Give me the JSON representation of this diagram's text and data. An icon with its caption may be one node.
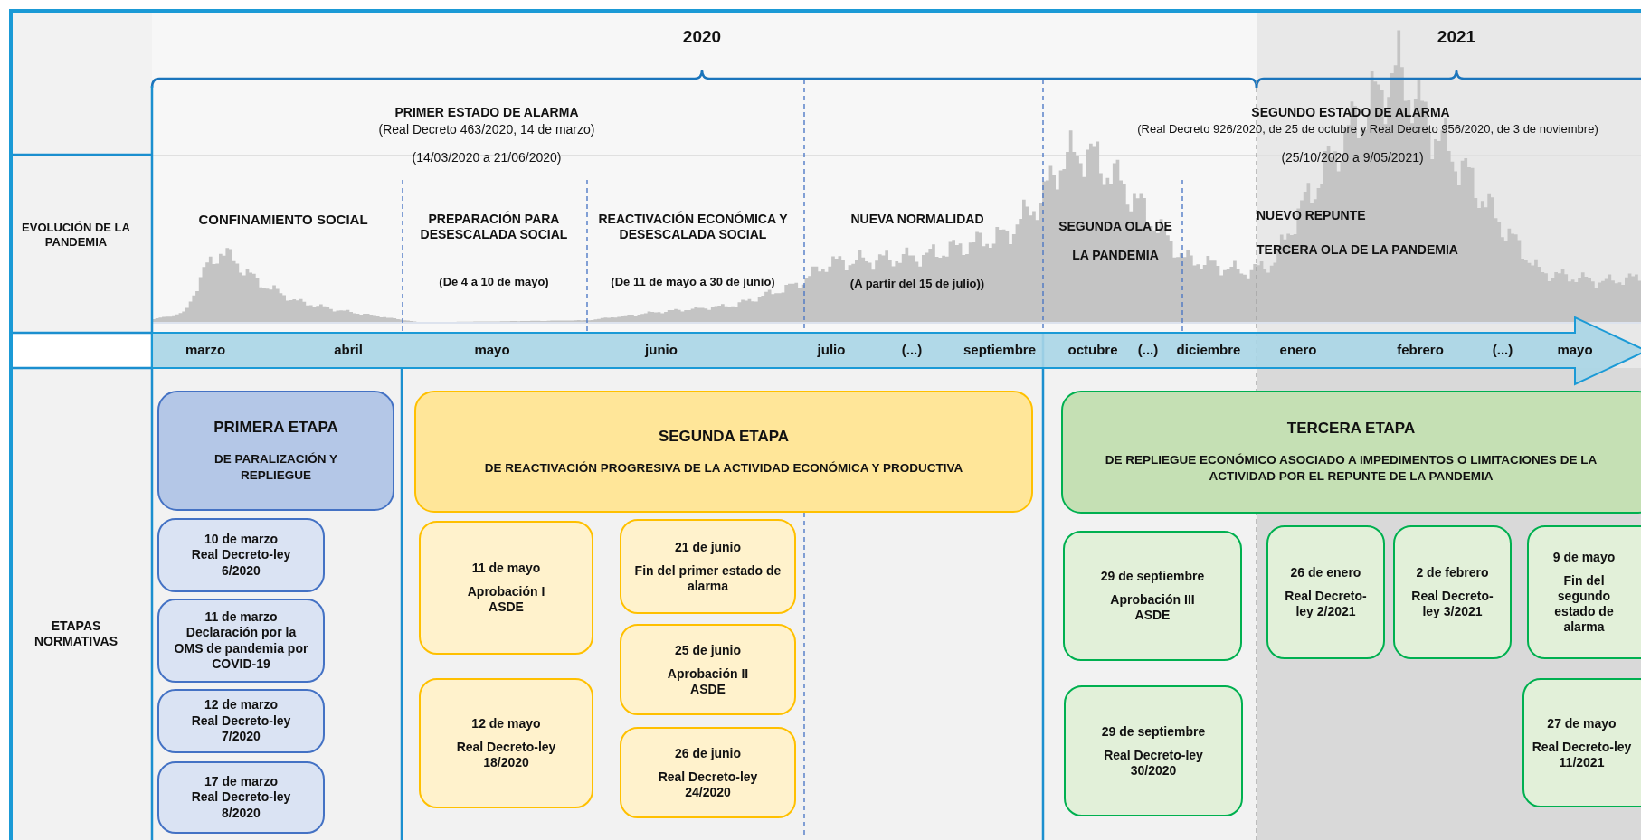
{
  "diagram": {
    "nodes": [
      {
        "text": [
          "marzo",
          "abril",
          "mayo",
          "junio",
          "julio",
          "(...)",
          "septiembre",
          "octubre",
          "(...)",
          "diciembre",
          "enero",
          "febrero",
          "(...)",
          "mayo"
        ]
      },
      {
        "text": [
          "PRIMERA ETAPA",
          "DE PARALIZACIÓN Y REPLIEGUE"
        ]
      },
      {
        "text": [
          "10 de marzo",
          "Real Decreto-ley 6/2020"
        ]
      },
      {
        "text": [
          "11 de marzo",
          "Declaración por la OMS de pandemia por COVID-19"
        ]
      },
      {
        "text": [
          "12 de marzo",
          "Real Decreto-ley 7/2020"
        ]
      },
      {
        "text": [
          "17 de marzo",
          "Real Decreto-ley 8/2020"
        ]
      },
      {
        "text": [
          "SEGUNDA ETAPA",
          "DE REACTIVACIÓN PROGRESIVA DE LA ACTIVIDAD ECONÓMICA Y PRODUCTIVA"
        ]
      },
      {
        "text": [
          "11 de mayo",
          "Aprobación I ASDE"
        ]
      },
      {
        "text": [
          "12 de mayo",
          "Real Decreto-ley 18/2020"
        ]
      },
      {
        "text": [
          "21 de junio",
          "Fin del primer estado de alarma"
        ]
      },
      {
        "text": [
          "25 de junio",
          "Aprobación II ASDE"
        ]
      },
      {
        "text": [
          "26 de junio",
          "Real Decreto-ley 24/2020"
        ]
      },
      {
        "text": [
          "TERCERA ETAPA",
          "DE REPLIEGUE ECONÓMICO ASOCIADO A IMPEDIMENTOS O LIMITACIONES DE LA ACTIVIDAD POR EL REPUNTE DE LA PANDEMIA"
        ]
      },
      {
        "text": [
          "29 de septiembre",
          "Aprobación III ASDE"
        ]
      },
      {
        "text": [
          "29 de septiembre",
          "Real Decreto-ley 30/2020"
        ]
      },
      {
        "text": [
          "26 de enero",
          "Real Decreto-ley 2/2021"
        ]
      },
      {
        "text": [
          "2 de febrero",
          "Real Decreto-ley 3/2021"
        ]
      },
      {
        "text": [
          "9 de mayo",
          "Fin del segundo estado de alarma"
        ]
      },
      {
        "text": [
          "27 de mayo",
          "Real Decreto-ley 11/2021"
        ]
      }
    ],
    "labels": [
      "2020",
      "2021",
      "PRIMER ESTADO DE ALARMA",
      "(Real Decreto 463/2020, 14 de marzo)",
      "(14/03/2020 a 21/06/2020)",
      "SEGUNDO ESTADO DE ALARMA",
      "(Real Decreto 926/2020, de 25 de octubre y Real Decreto 956/2020, de 3 de noviembre)",
      "(25/10/2020 a 9/05/2021)",
      "EVOLUCIÓN DE LA PANDEMIA",
      "CONFINAMIENTO SOCIAL",
      "PREPARACIÓN PARA DESESCALADA SOCIAL",
      "REACTIVACIÓN ECONÓMICA Y DESESCALADA SOCIAL",
      "NUEVA NORMALIDAD",
      "SEGUNDA OLA DE LA PANDEMIA",
      "NUEVO REPUNTE",
      "TERCERA OLA DE LA PANDEMIA",
      "(De 4 a 10 de mayo)",
      "(De 11 de mayo a 30 de junio)",
      "(A partir del 15 de julio))",
      "ETAPAS NORMATIVAS"
    ]
  }
}
